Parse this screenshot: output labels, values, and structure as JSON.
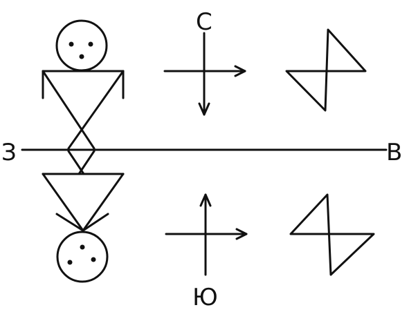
{
  "labels": {
    "north": "С",
    "south": "Ю",
    "west": "З",
    "east": "В"
  },
  "colors": {
    "ink": "#111111",
    "background": "#ffffff"
  }
}
